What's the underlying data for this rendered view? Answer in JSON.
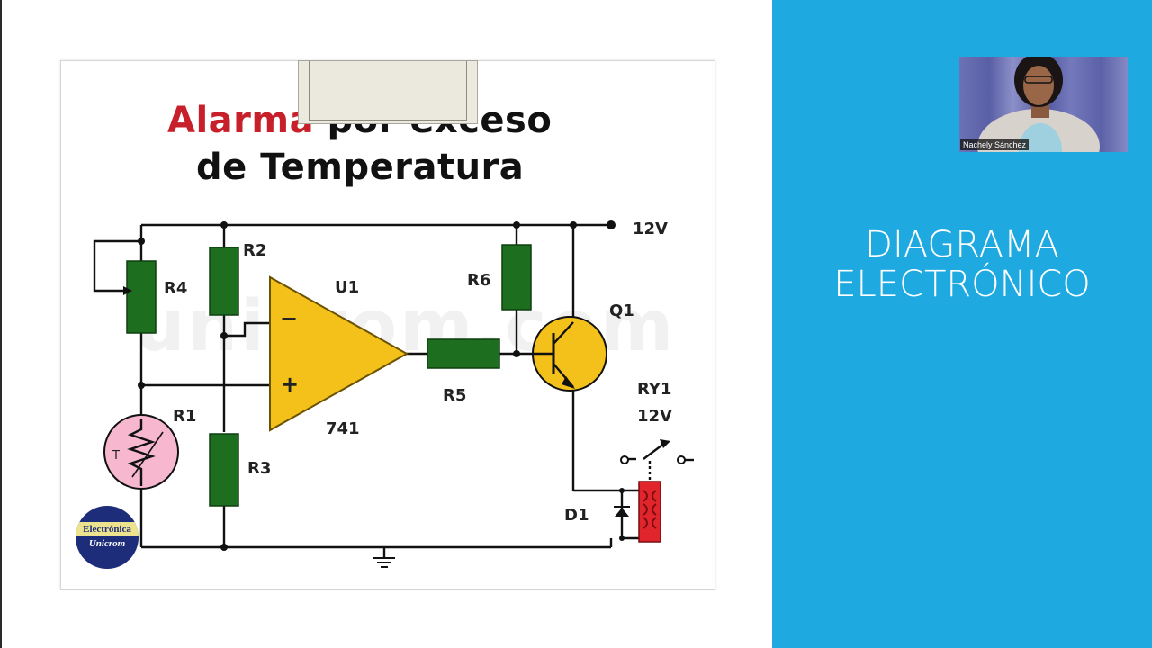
{
  "slide": {
    "title_line1_red": "Alarma",
    "title_line1_rest": "por exceso",
    "title_line2": "de Temperatura",
    "watermark": "unicrom.com",
    "logo_top": "Electrónica",
    "logo_bottom": "Unicrom"
  },
  "circuit": {
    "supply_label": "12V",
    "components": {
      "R1": "R1",
      "R2": "R2",
      "R3": "R3",
      "R4": "R4",
      "R5": "R5",
      "R6": "R6",
      "U1": "U1",
      "opamp_model": "741",
      "Q1": "Q1",
      "RY1": "RY1",
      "RY1_voltage": "12V",
      "D1": "D1",
      "thermistor_letter": "T",
      "minus": "−",
      "plus": "+"
    }
  },
  "panel": {
    "heading_line1": "DIAGRAMA",
    "heading_line2": "ELECTRÓNICO",
    "background_color": "#1ea9e1"
  },
  "video": {
    "participant_name": "Nachely Sánchez"
  }
}
